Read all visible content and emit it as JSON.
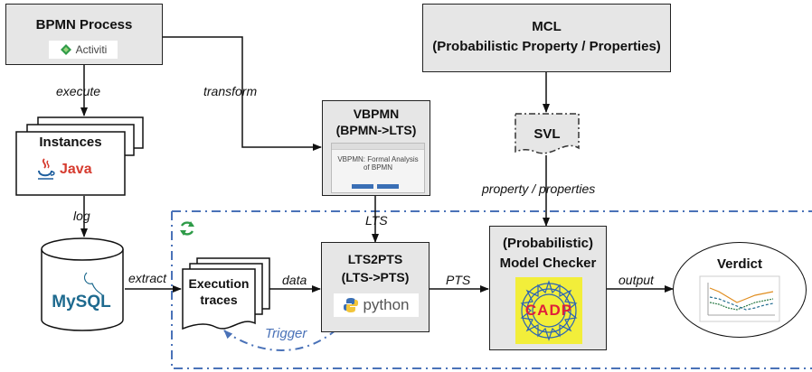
{
  "bpmn_process": {
    "title": "BPMN Process",
    "logo_text": "Activiti"
  },
  "mcl": {
    "line1": "MCL",
    "line2": "(Probabilistic Property / Properties)"
  },
  "vbpmn": {
    "line1": "VBPMN",
    "line2": "(BPMN->LTS)",
    "screenshot_title": "VBPMN: Formal Analysis of BPMN"
  },
  "svl": {
    "label": "SVL"
  },
  "instances": {
    "label": "Instances",
    "java_text": "Java"
  },
  "mysql": {
    "label": "MySQL"
  },
  "execution_traces": {
    "line1": "Execution",
    "line2": "traces"
  },
  "lts2pts": {
    "line1": "LTS2PTS",
    "line2": "(LTS->PTS)",
    "python_text": "python"
  },
  "model_checker": {
    "line1": "(Probabilistic)",
    "line2": "Model Checker",
    "logo_text": "CADP"
  },
  "verdict": {
    "label": "Verdict"
  },
  "edges": {
    "execute": "execute",
    "transform": "transform",
    "log": "log",
    "extract": "extract",
    "data": "data",
    "lts": "LTS",
    "pts": "PTS",
    "output": "output",
    "property": "property / properties",
    "trigger": "Trigger"
  },
  "colors": {
    "box_fill": "#e6e6e6",
    "dashed_frame": "#4a72b8",
    "trigger": "#4a72b8",
    "activiti_green": "#2e9b48",
    "java_red": "#d63b2f",
    "mysql_blue": "#1e6a8f",
    "mysql_orange": "#e08d1f",
    "cadp_yellow": "#f2ee3a",
    "cadp_red": "#e0203a"
  }
}
